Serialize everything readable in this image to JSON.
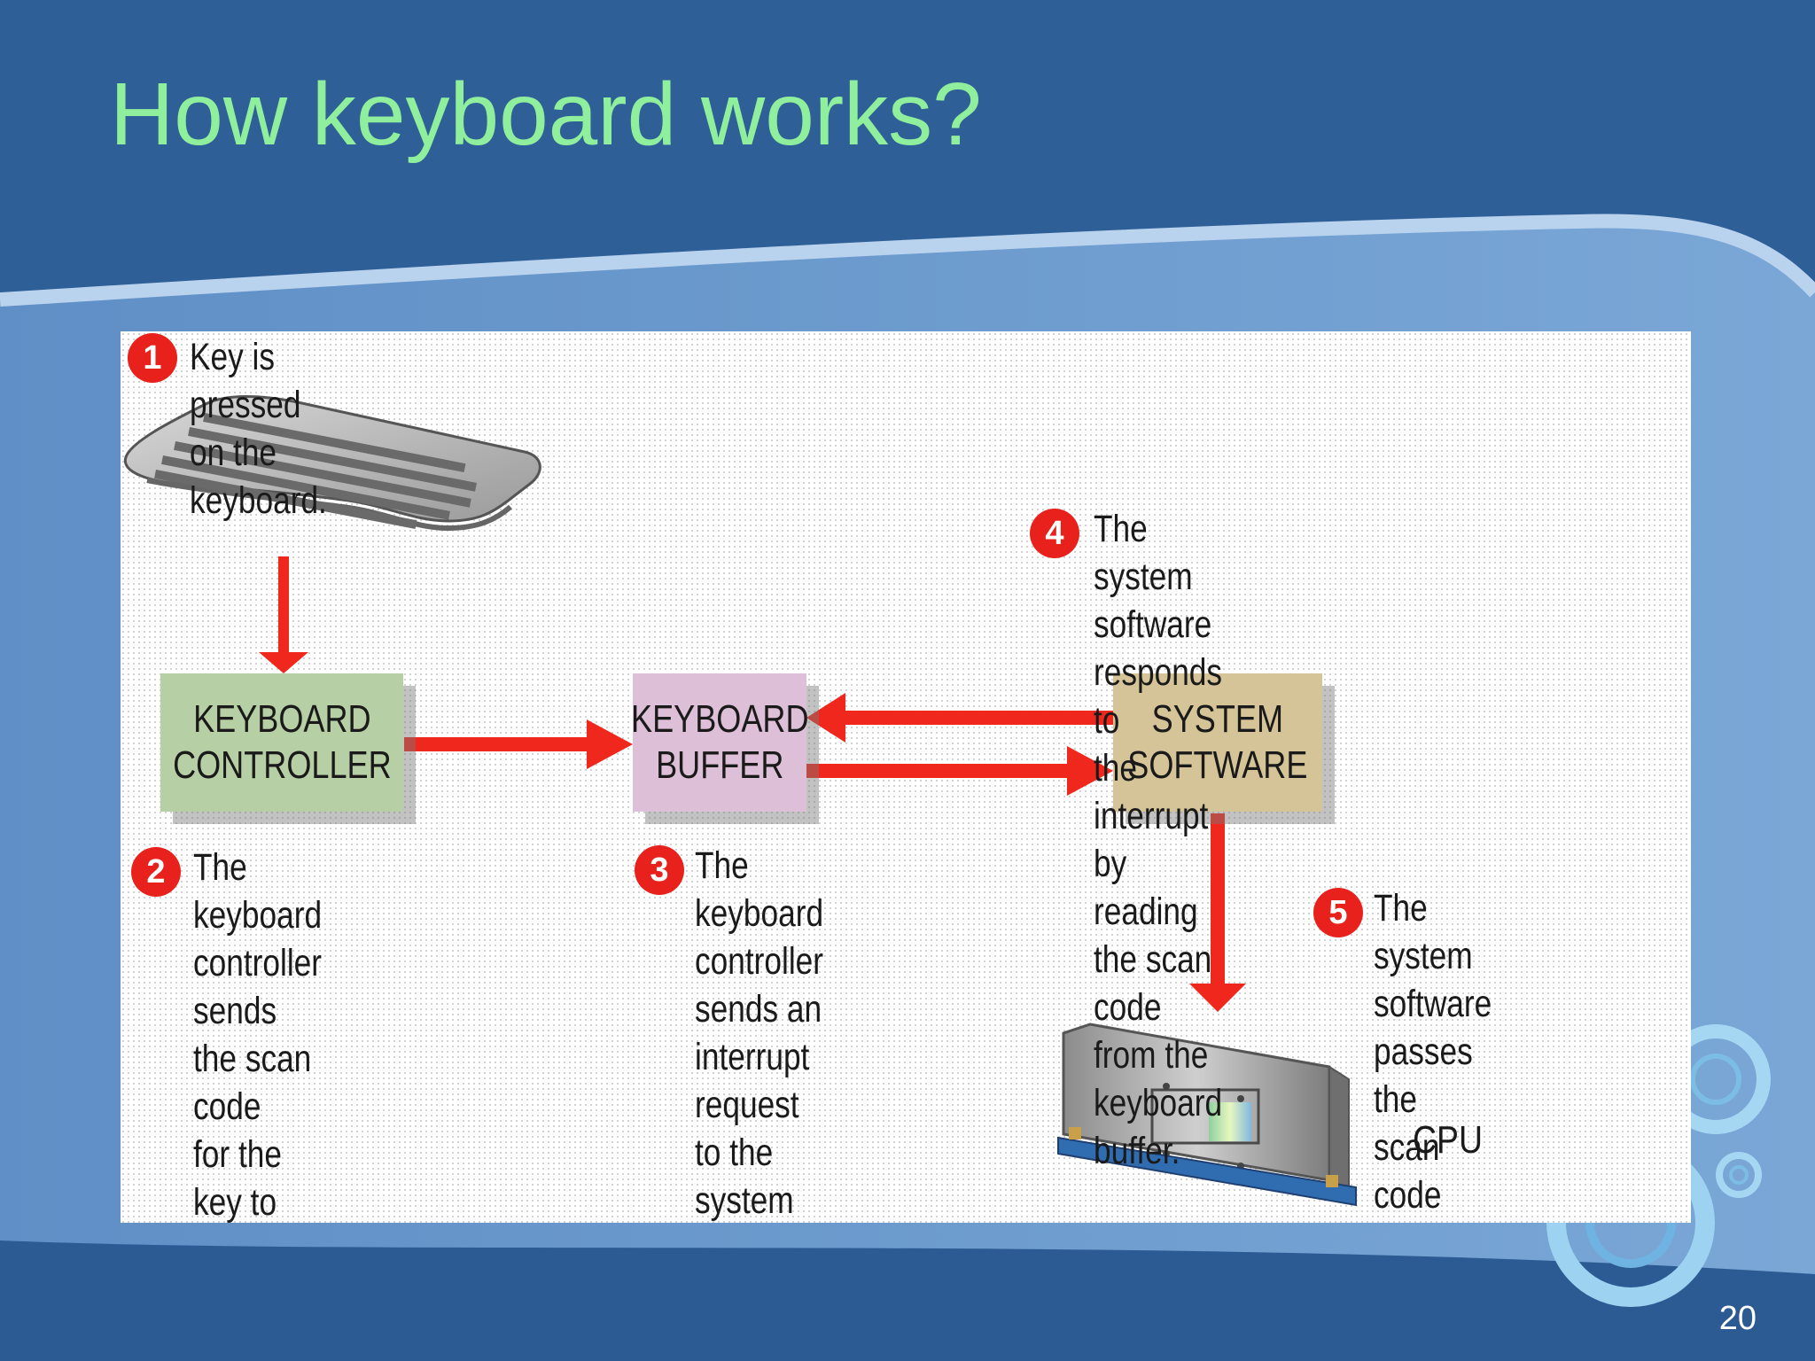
{
  "slide": {
    "title": "How keyboard works?",
    "page_number": "20"
  },
  "diagram": {
    "boxes": {
      "keyboard_controller": "KEYBOARD\nCONTROLLER",
      "keyboard_buffer": "KEYBOARD\nBUFFER",
      "system_software": "SYSTEM\nSOFTWARE"
    },
    "steps": [
      {
        "number": "1",
        "text": "Key is pressed on the keyboard."
      },
      {
        "number": "2",
        "text": "The keyboard controller\nsends the scan code\nfor the key to the\nkeyboard buffer."
      },
      {
        "number": "3",
        "text": "The keyboard controller\nsends an interrupt\nrequest to the\nsystem software."
      },
      {
        "number": "4",
        "text": "The system software responds to\nthe interrupt by reading the scan\ncode from the keyboard buffer."
      },
      {
        "number": "5",
        "text": "The system software\npasses the scan code\nto the CPU."
      }
    ],
    "cpu_label": "CPU",
    "colors": {
      "arrow": "#f0271c",
      "badge": "#e8211d",
      "controller_box": "#b7cfa5",
      "buffer_box": "#ddbfd7",
      "system_box": "#d6c499",
      "title": "#8fef9d"
    }
  }
}
